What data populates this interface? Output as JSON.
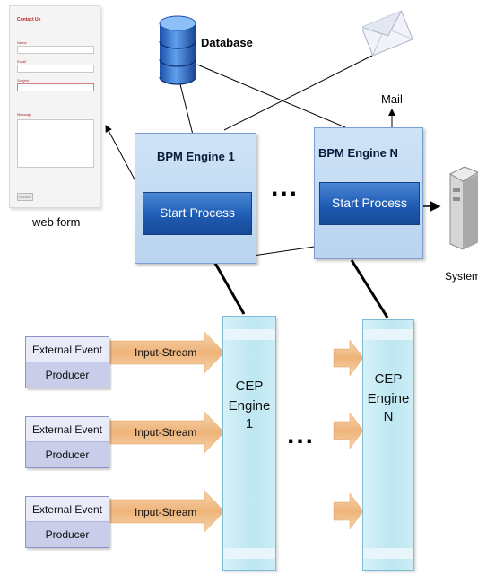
{
  "diagram": {
    "webform": {
      "label": "web form",
      "form_title": "Contact Us",
      "field_labels": [
        "Name",
        "Email",
        "Subject",
        "Message"
      ],
      "submit_label": "SUBMIT"
    },
    "database": {
      "label": "Database"
    },
    "mail": {
      "label": "Mail"
    },
    "system": {
      "label": "System"
    },
    "bpm_engines": [
      {
        "title": "BPM Engine 1",
        "button": "Start Process"
      },
      {
        "title": "BPM Engine N",
        "button": "Start Process"
      }
    ],
    "ellipsis": "...",
    "cep_engines": [
      {
        "line1": "CEP",
        "line2": "Engine 1"
      },
      {
        "line1": "CEP",
        "line2": "Engine N"
      }
    ],
    "producers": [
      {
        "line1": "External Event",
        "line2": "Producer",
        "stream": "Input-Stream"
      },
      {
        "line1": "External Event",
        "line2": "Producer",
        "stream": "Input-Stream"
      },
      {
        "line1": "External Event",
        "line2": "Producer",
        "stream": "Input-Stream"
      }
    ],
    "colors": {
      "bpm_fill": "#bfd7f0",
      "start_process": "#1f5cb4",
      "cep_fill": "#c4eaf4",
      "arrow_fill": "#f0c08a",
      "producer_fill": "#dfe2f5"
    }
  }
}
